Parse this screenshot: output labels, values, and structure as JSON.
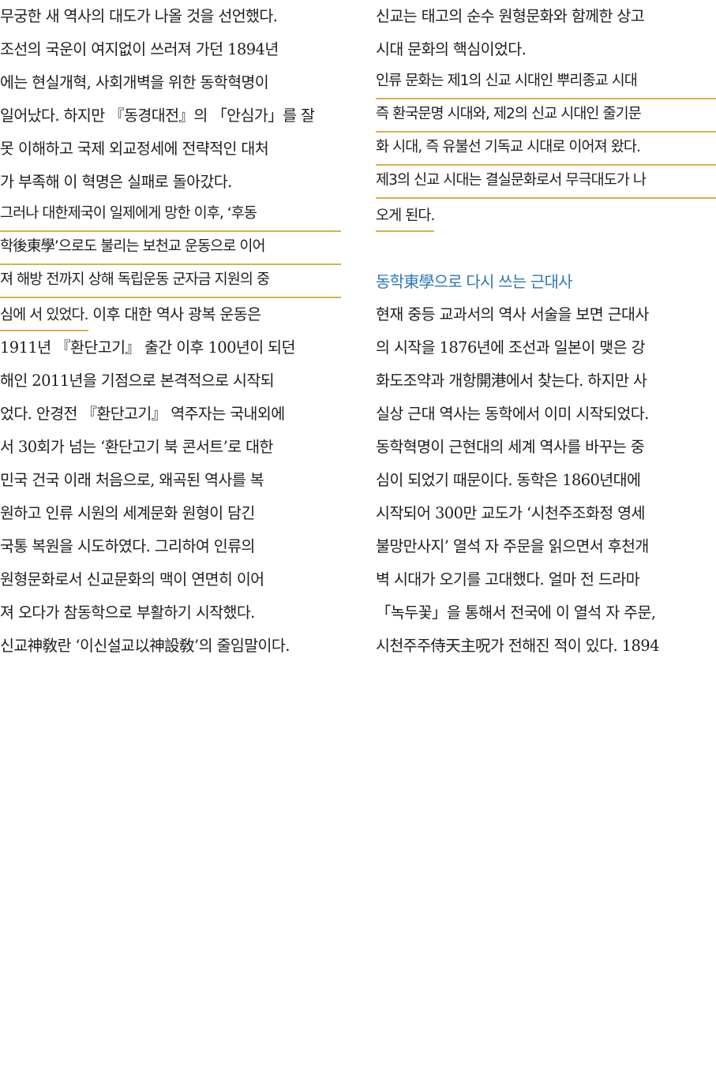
{
  "left_column": {
    "lines": [
      "무궁한 새 역사의 대도가 나올 것을 선언했다.",
      "조선의 국운이 여지없이 쓰러져 가던 1894년",
      "에는 현실개혁, 사회개벽을 위한 동학혁명이",
      "일어났다. 하지만 『동경대전』의 「안심가」를 잘",
      "못 이해하고 국제 외교정세에 전략적인 대처",
      "가 부족해 이 혁명은 실패로 돌아갔다.",
      "그러나 대한제국이 일제에게 망한 이후, ‘후동",
      "학後東學’으로도 불리는 보천교 운동으로 이어",
      "져 해방 전까지 상해 독립운동 군자금 지원의 중",
      "심에 서 있었다.",
      " 이후 대한 역사 광복 운동은",
      "1911년 『환단고기』 출간 이후 100년이 되던",
      "해인 2011년을 기점으로 본격적으로 시작되",
      "었다. 안경전 『환단고기』 역주자는 국내외에",
      "서 30회가 넘는 ‘환단고기 북 콘서트’로 대한",
      "민국 건국 이래 처음으로, 왜곡된 역사를 복",
      "원하고 인류 시원의 세계문화 원형이 담긴",
      "국통 복원을 시도하였다. 그리하여 인류의",
      "원형문화로서 신교문화의 맥이 연면히 이어",
      "져 오다가 참동학으로 부활하기 시작했다.",
      "신교神敎란 ‘이신설교以神設敎’의 줄임말이다."
    ]
  },
  "right_column": {
    "lines": [
      "신교는 태고의 순수 원형문화와 함께한 상고",
      "시대 문화의 핵심이었다.",
      "인류 문화는 제1의 신교 시대인 뿌리종교 시대",
      "즉 환국문명 시대와, 제2의 신교 시대인 줄기문",
      "화 시대, 즉 유불선 기독교 시대로 이어져 왔다.",
      "제3의 신교 시대는 결실문화로서 무극대도가 나",
      "오게 된다."
    ],
    "heading": "동학東學으로 다시 쓰는 근대사",
    "lines2": [
      "현재 중등 교과서의 역사 서술을 보면 근대사",
      "의 시작을 1876년에 조선과 일본이 맺은 강",
      "화도조약과 개항開港에서 찾는다. 하지만 사",
      "실상 근대 역사는 동학에서 이미 시작되었다.",
      "동학혁명이 근현대의 세계 역사를 바꾸는 중",
      "심이 되었기 때문이다. 동학은 1860년대에",
      "시작되어 300만 교도가 ‘시천주조화정 영세",
      "불망만사지’ 열석 자 주문을 읽으면서 후천개",
      "벽 시대가 오기를 고대했다. 얼마 전 드라마",
      "「녹두꽃」을 통해서 전국에 이 열석 자 주문,",
      "시천주주侍天主呪가 전해진 적이 있다. 1894"
    ]
  },
  "colors": {
    "text": "#1e1e1e",
    "heading": "#2c78b8",
    "underline": "#d8b14a"
  }
}
